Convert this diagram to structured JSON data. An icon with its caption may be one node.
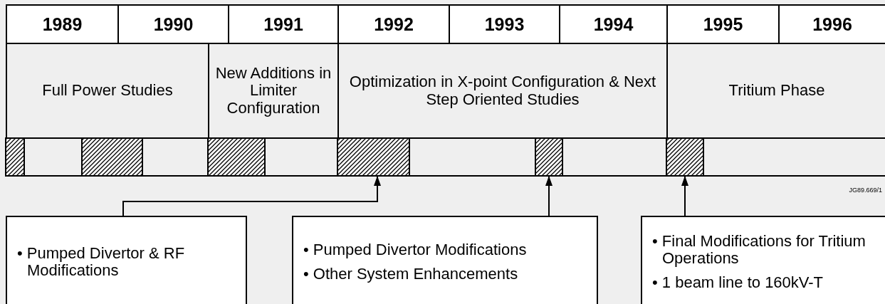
{
  "diagram": {
    "nodes": [
      {
        "text": [
          "Full Power Studies"
        ]
      },
      {
        "text": [
          "New Additions in Limiter Configuration"
        ]
      },
      {
        "text": [
          "Optimization in X-point Configuration & Next Step Oriented Studies"
        ]
      },
      {
        "text": [
          "Tritium Phase"
        ]
      },
      {
        "text": [],
        "shape": "bar"
      },
      {
        "text": [],
        "shape": "bar"
      },
      {
        "text": [],
        "shape": "bar"
      },
      {
        "text": [],
        "shape": "bar"
      },
      {
        "text": [],
        "shape": "bar"
      },
      {
        "text": [],
        "shape": "bar"
      },
      {
        "text": [
          "• Pumped Divertor & RF Modifications"
        ]
      },
      {
        "text": [
          "• Pumped Divertor Modifications",
          "• Other System Enhancements"
        ]
      },
      {
        "text": [
          "• Final Modifications for Tritium Operations",
          "• 1 beam line to 160kV-T"
        ]
      }
    ],
    "edges": [
      {
        "from": 10,
        "to": 7,
        "arrow": "to"
      },
      {
        "from": 11,
        "to": 8,
        "arrow": "to"
      },
      {
        "from": 12,
        "to": 9,
        "arrow": "to"
      }
    ],
    "labels": [
      "1989",
      "1990",
      "1991",
      "1992",
      "1993",
      "1994",
      "1995",
      "1996",
      "JG89.669/1"
    ]
  }
}
